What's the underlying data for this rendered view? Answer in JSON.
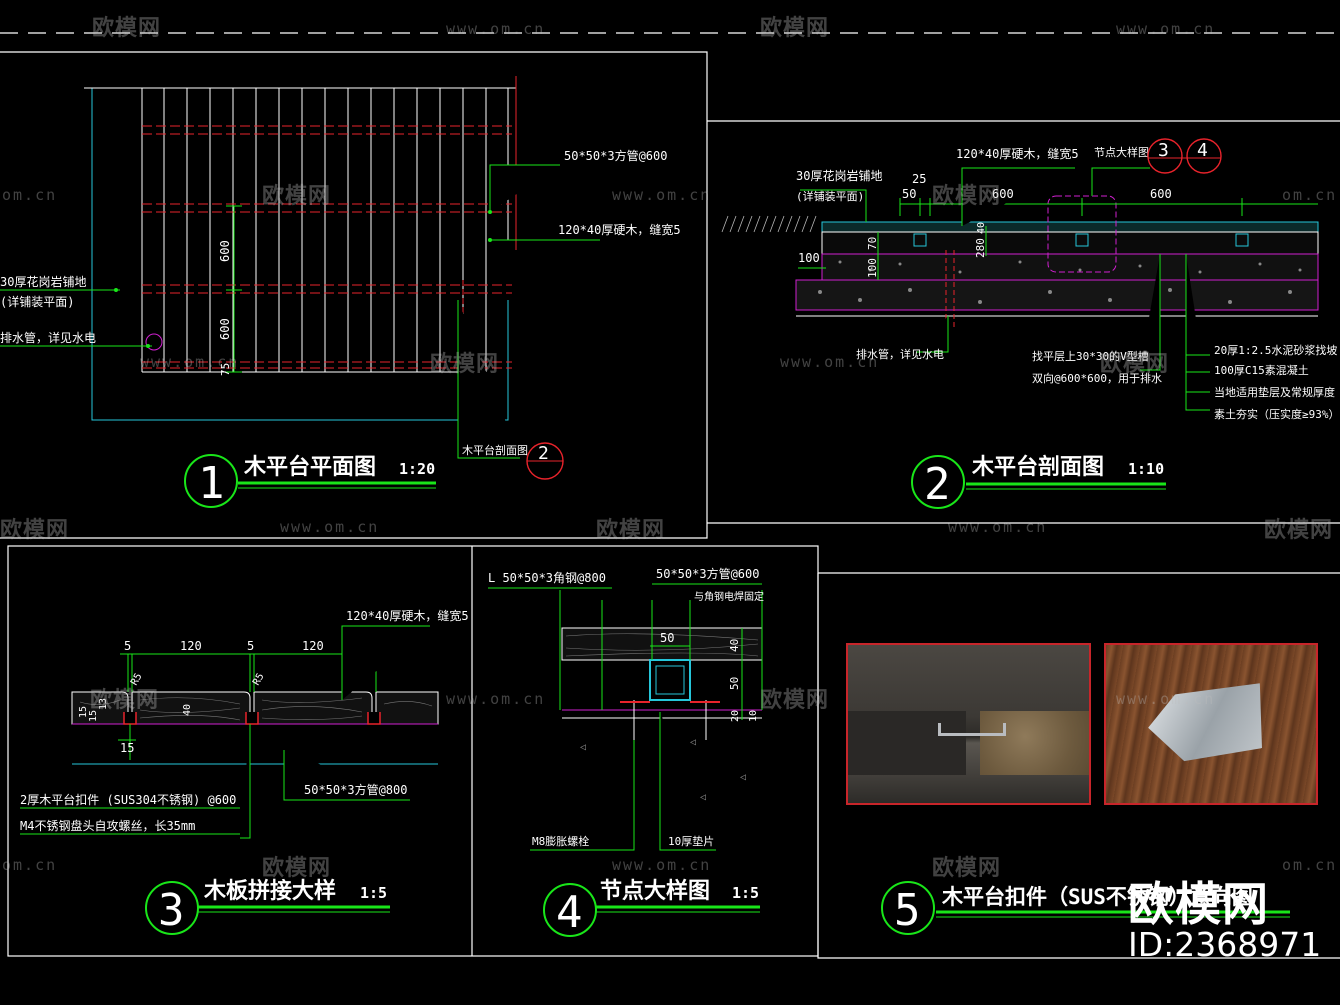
{
  "watermark": {
    "brand": "欧模网",
    "url": "www.om.cn",
    "url_short": "om.cn"
  },
  "logo": {
    "brand": "欧模网",
    "id": "ID:2368971"
  },
  "colors": {
    "frame": "#ffffff",
    "dim_green": "#19e619",
    "red": "#e8232b",
    "cyan": "#26c6da",
    "magenta": "#d020d0",
    "text": "#ffffff"
  },
  "plan": {
    "number": "1",
    "title": "木平台平面图",
    "scale": "1:20",
    "notes": [
      "50*50*3方管@600",
      "120*40厚硬木，缝宽5",
      "30厚花岗岩铺地",
      "(详铺装平面)",
      "排水管，详见水电",
      "木平台剖面图"
    ],
    "dims": [
      "600",
      "600",
      "75"
    ],
    "section_ref": "2"
  },
  "section": {
    "number": "2",
    "title": "木平台剖面图",
    "scale": "1:10",
    "notes": [
      "120*40厚硬木，缝宽5",
      "节点大样图",
      "30厚花岗岩铺地",
      "(详铺装平面)",
      "排水管，详见水电",
      "找平层上30*30的V型槽",
      "双向@600*600，用于排水",
      "20厚1:2.5水泥砂浆找坡",
      "100厚C15素混凝土",
      "当地适用垫层及常规厚度",
      "素土夯实（压实度≥93%）"
    ],
    "dims": [
      "25",
      "50",
      "600",
      "600",
      "100",
      "100",
      "70",
      "280",
      "40"
    ],
    "refs": [
      "3",
      "4"
    ]
  },
  "joint": {
    "number": "3",
    "title": "木板拼接大样",
    "scale": "1:5",
    "notes": [
      "120*40厚硬木，缝宽5",
      "2厚木平台扣件 (SUS304不锈钢) @600",
      "M4不锈钢盘头自攻螺丝，长35mm",
      "50*50*3方管@800"
    ],
    "dims": [
      "5",
      "120",
      "5",
      "120",
      "R5",
      "R5",
      "15",
      "40",
      "13",
      "15",
      "15"
    ]
  },
  "node": {
    "number": "4",
    "title": "节点大样图",
    "scale": "1:5",
    "notes": [
      "L 50*50*3角钢@800",
      "50*50*3方管@600",
      "与角钢电焊固定",
      "M8膨胀螺栓",
      "10厚垫片"
    ],
    "dims": [
      "50",
      "40",
      "50",
      "20",
      "10"
    ]
  },
  "clip": {
    "number": "5",
    "title": "木平台扣件（SUS不锈钢）意向图"
  }
}
